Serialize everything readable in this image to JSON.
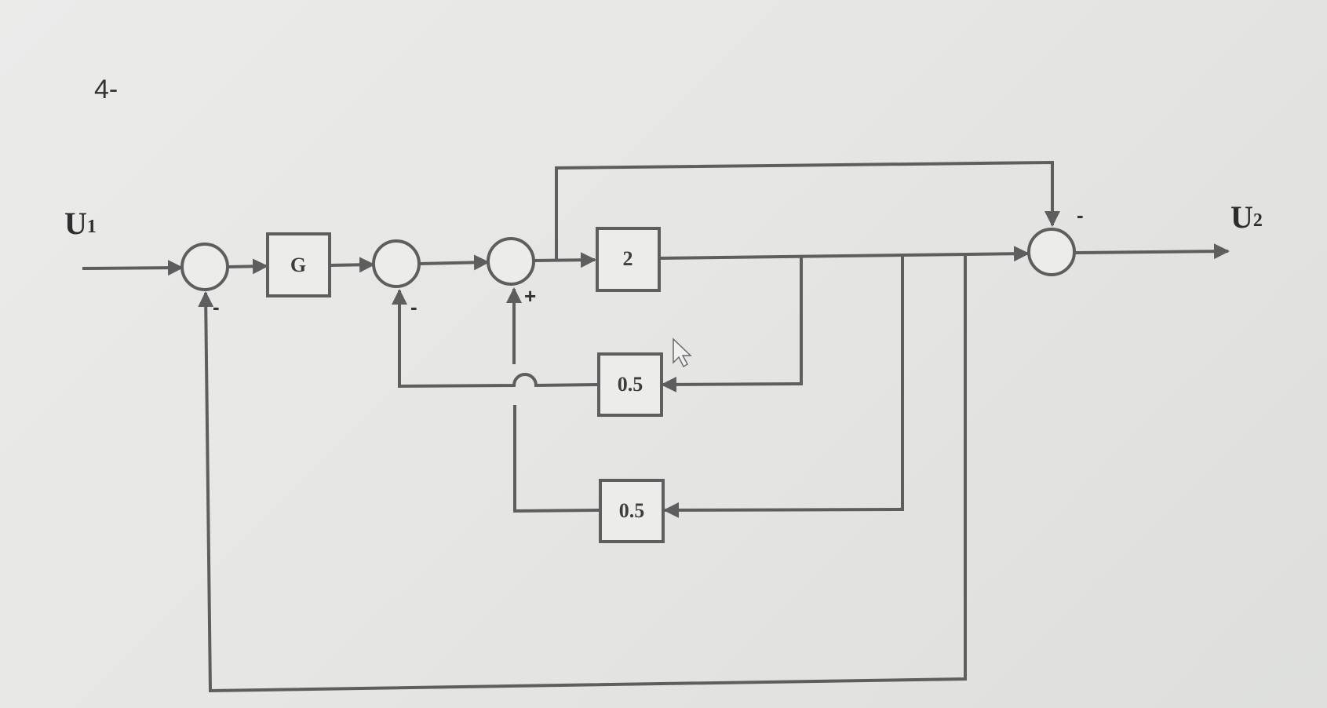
{
  "problem_number": "4-",
  "signals": {
    "input": "U",
    "input_subscript": "1",
    "output": "U",
    "output_subscript": "2"
  },
  "blocks": {
    "controller": "G",
    "forward_gain": "2",
    "feedback_gain_upper": "0.5",
    "feedback_gain_lower": "0.5"
  },
  "signs": {
    "sum1_bottom": "-",
    "sum2_bottom": "-",
    "sum3_bottom": "+",
    "sum4_top": "-"
  },
  "colors": {
    "line": "#5e5e5e",
    "background": "#e9e9e7"
  }
}
